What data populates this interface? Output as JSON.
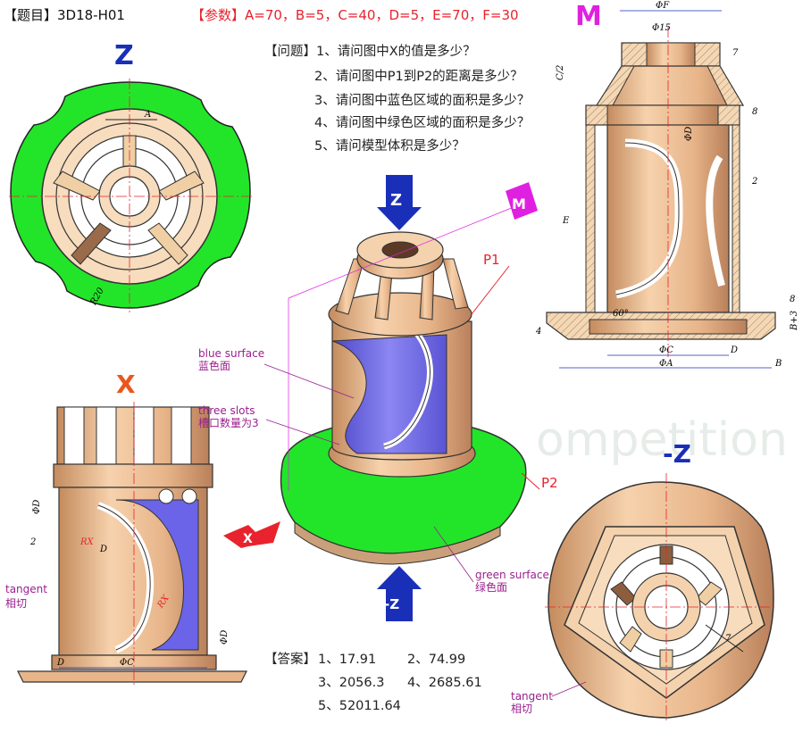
{
  "header": {
    "title": "【题目】3D18-H01",
    "params": "【参数】A=70，B=5，C=40，D=5，E=70，F=30"
  },
  "questions": [
    "【问题】1、请问图中X的值是多少？",
    "2、请问图中P1到P2的距离是多少？",
    "3、请问图中蓝色区域的面积是多少？",
    "4、请问图中绿色区域的面积是多少？",
    "5、请问模型体积是多少？"
  ],
  "answers": {
    "label": "【答案】",
    "a1": "1、17.91",
    "a2": "2、74.99",
    "a3": "3、2056.3",
    "a4": "4、2685.61",
    "a5": "5、52011.64"
  },
  "views": {
    "z": "Z",
    "x": "X",
    "m": "M",
    "neg_z": "-Z"
  },
  "iso": {
    "p1": "P1",
    "p2": "P2",
    "blue_en": "blue surface",
    "blue_cn": "蓝色面",
    "slots_en": "three slots",
    "slots_cn": "槽口数量为3",
    "green_en": "green surface",
    "green_cn": "绿色面",
    "arrow_z": "Z",
    "arrow_neg_z": "-Z",
    "arrow_x": "X",
    "arrow_m": "M"
  },
  "dims": {
    "A": "A",
    "R20": "R20",
    "phiF": "ΦF",
    "phi15": "Φ15",
    "seven": "7",
    "c2": "C/2",
    "eight": "8",
    "phiD": "ΦD",
    "two": "2",
    "E": "E",
    "sixty": "60°",
    "four": "4",
    "phiC": "ΦC",
    "D": "D",
    "phiA": "ΦA",
    "B": "B",
    "B3": "B+3",
    "RX": "RX",
    "tangent_en": "tangent",
    "tangent_cn": "相切"
  },
  "watermark": "ompetition",
  "colors": {
    "green": "#22e52a",
    "blue": "#6b64e8",
    "copper": "#eab98e",
    "red": "#e8232d",
    "arrowBlue": "#1a2fb8",
    "magenta": "#e020e0"
  }
}
